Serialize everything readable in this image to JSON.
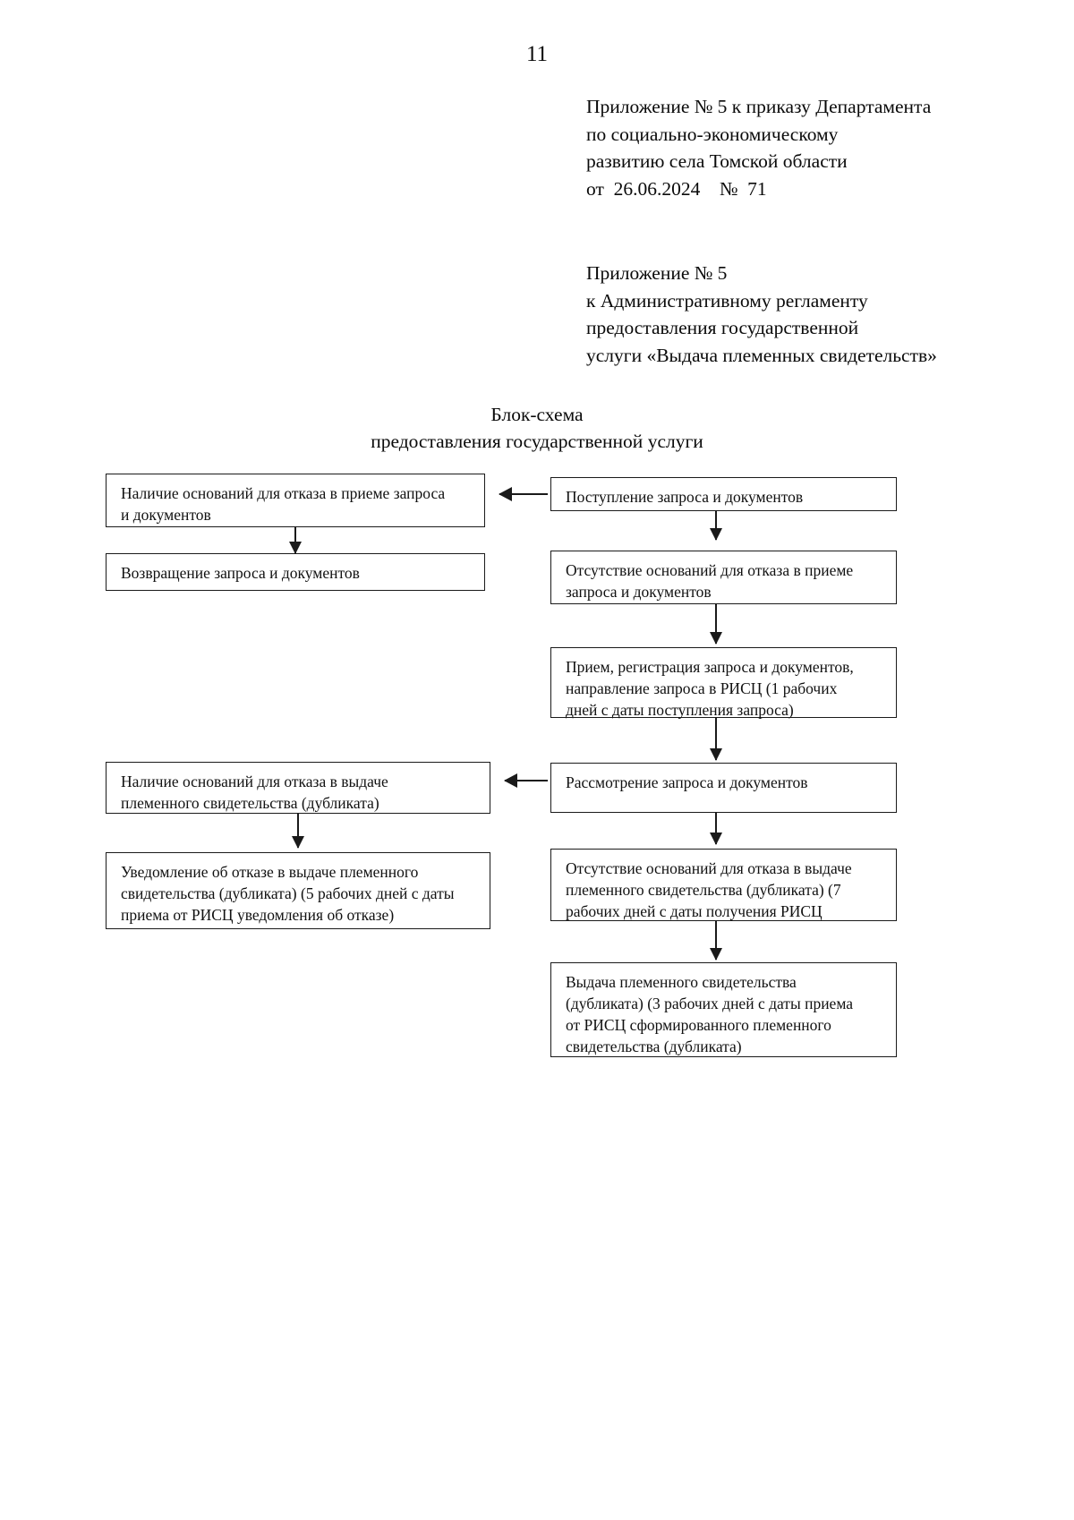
{
  "page": {
    "number": "11"
  },
  "header": {
    "appendix_order": [
      "Приложение № 5",
      "к приказу Департамента",
      "по социально-экономическому",
      "развитию села Томской области",
      "от  26.06.2024    №  71"
    ],
    "appendix_reglament": [
      "Приложение № 5",
      "к Административному регламенту",
      "предоставления государственной",
      "услуги «Выдача племенных",
      "свидетельств»"
    ]
  },
  "title": {
    "main": "Блок-схема",
    "sub": "предоставления государственной услуги"
  },
  "flowchart": {
    "nodes": [
      {
        "id": "refusal-grounds-intake",
        "lines": [
          "Наличие оснований для отказа в приеме запроса",
          "и документов"
        ]
      },
      {
        "id": "return-request",
        "lines": [
          "Возвращение запроса и документов"
        ]
      },
      {
        "id": "request-received",
        "lines": [
          "Поступление запроса и документов"
        ]
      },
      {
        "id": "no-refusal-grounds-intake",
        "lines": [
          "Отсутствие оснований для отказа в приеме",
          "запроса и документов"
        ]
      },
      {
        "id": "registration-and-send",
        "lines": [
          "Прием, регистрация запроса и документов,",
          "направление запроса в РИСЦ (1 рабочих",
          "дней с даты поступления запроса)"
        ]
      },
      {
        "id": "refusal-grounds-issue",
        "lines": [
          "Наличие оснований для отказа в выдаче",
          "племенного свидетельства (дубликата)"
        ]
      },
      {
        "id": "review-request",
        "lines": [
          "Рассмотрение запроса и документов"
        ]
      },
      {
        "id": "refusal-notification",
        "lines": [
          "Уведомление об отказе в выдаче племенного",
          "свидетельства (дубликата) (5 рабочих дней с даты",
          "приема от РИСЦ уведомления об отказе)"
        ]
      },
      {
        "id": "no-refusal-grounds-issue",
        "lines": [
          "Отсутствие оснований для отказа в выдаче",
          "племенного свидетельства (дубликата) (7",
          "рабочих дней с даты получения РИСЦ"
        ]
      },
      {
        "id": "issue-certificate",
        "lines": [
          "Выдача племенного свидетельства",
          "(дубликата) (3 рабочих дней с даты приема",
          "от РИСЦ сформированного племенного",
          "свидетельства (дубликата)"
        ]
      }
    ]
  },
  "colors": {
    "ink": "#111111",
    "border": "#1a1a1a",
    "background": "#ffffff"
  }
}
